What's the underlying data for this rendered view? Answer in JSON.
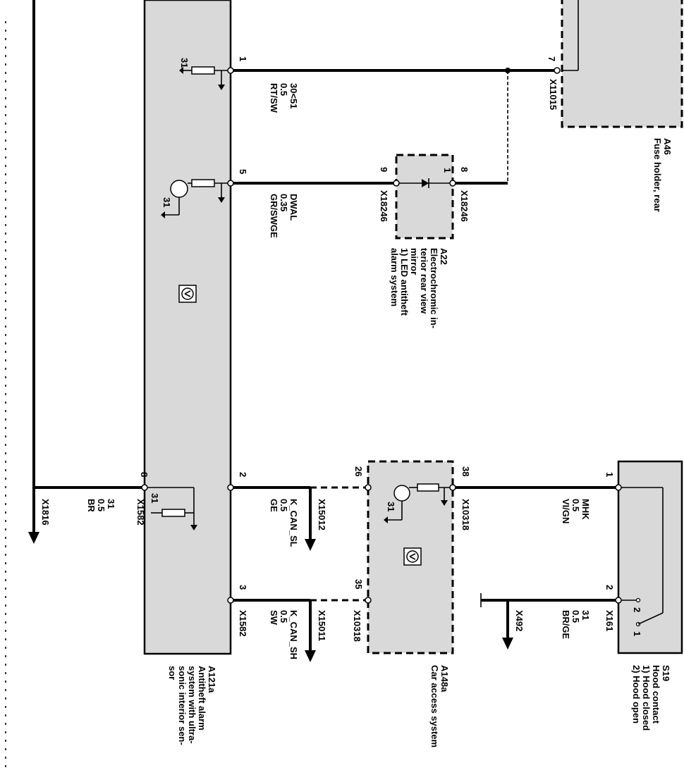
{
  "components": {
    "a121a": {
      "id": "A121a",
      "desc": [
        "Antitheft alarm",
        "system with ultra-",
        "sonic interior sen-",
        "sor"
      ]
    },
    "a46": {
      "id": "A46",
      "desc": [
        "Fuse holder, rear"
      ]
    },
    "a22": {
      "id": "A22",
      "desc": [
        "Electrochromic in-",
        "terior rear view",
        "mirror",
        "1) LED antitheft",
        "alarm system"
      ]
    },
    "a148a": {
      "id": "A148a",
      "desc": [
        "Car access system"
      ]
    },
    "s19": {
      "id": "S19",
      "desc": [
        "Hood contact",
        "1) Hood closed",
        "2) Hood open"
      ],
      "switch_1": "1",
      "switch_2": "2"
    }
  },
  "ground": "31",
  "wires": {
    "w1": {
      "pin_a": "1",
      "pin_b": "7",
      "conn": "X11015",
      "lines": [
        "30<51",
        "0.5",
        "RT/SW"
      ]
    },
    "w5": {
      "pin_a": "5",
      "pin_b": "9",
      "pin_c": "8",
      "conn_a": "X18246",
      "conn_b": "X18246",
      "lines": [
        "DWAL",
        "0.35",
        "GR/SWGE"
      ]
    },
    "w8": {
      "pin": "8",
      "conn": "X1582",
      "dest": "X1816",
      "lines": [
        "31",
        "0.5",
        "BR"
      ]
    },
    "w2": {
      "pin_a": "2",
      "pin_b": "26",
      "conn": "X15012",
      "lines": [
        "K_CAN_SL",
        "0.5",
        "GE"
      ]
    },
    "w3": {
      "pin_a": "3",
      "pin_b": "35",
      "conn_a": "X1582",
      "conn_b": "X15011",
      "conn_c": "X10318",
      "lines": [
        "K_CAN_SH",
        "0.5",
        "SW"
      ]
    },
    "w38": {
      "pin_a": "38",
      "pin_b": "1",
      "conn": "X10318",
      "lines": [
        "MHK",
        "0.5",
        "VI/GN"
      ]
    },
    "wgnd": {
      "pin": "2",
      "conn_a": "X161",
      "conn_b": "X492",
      "lines": [
        "31",
        "0.5",
        "BR/GE"
      ]
    }
  }
}
